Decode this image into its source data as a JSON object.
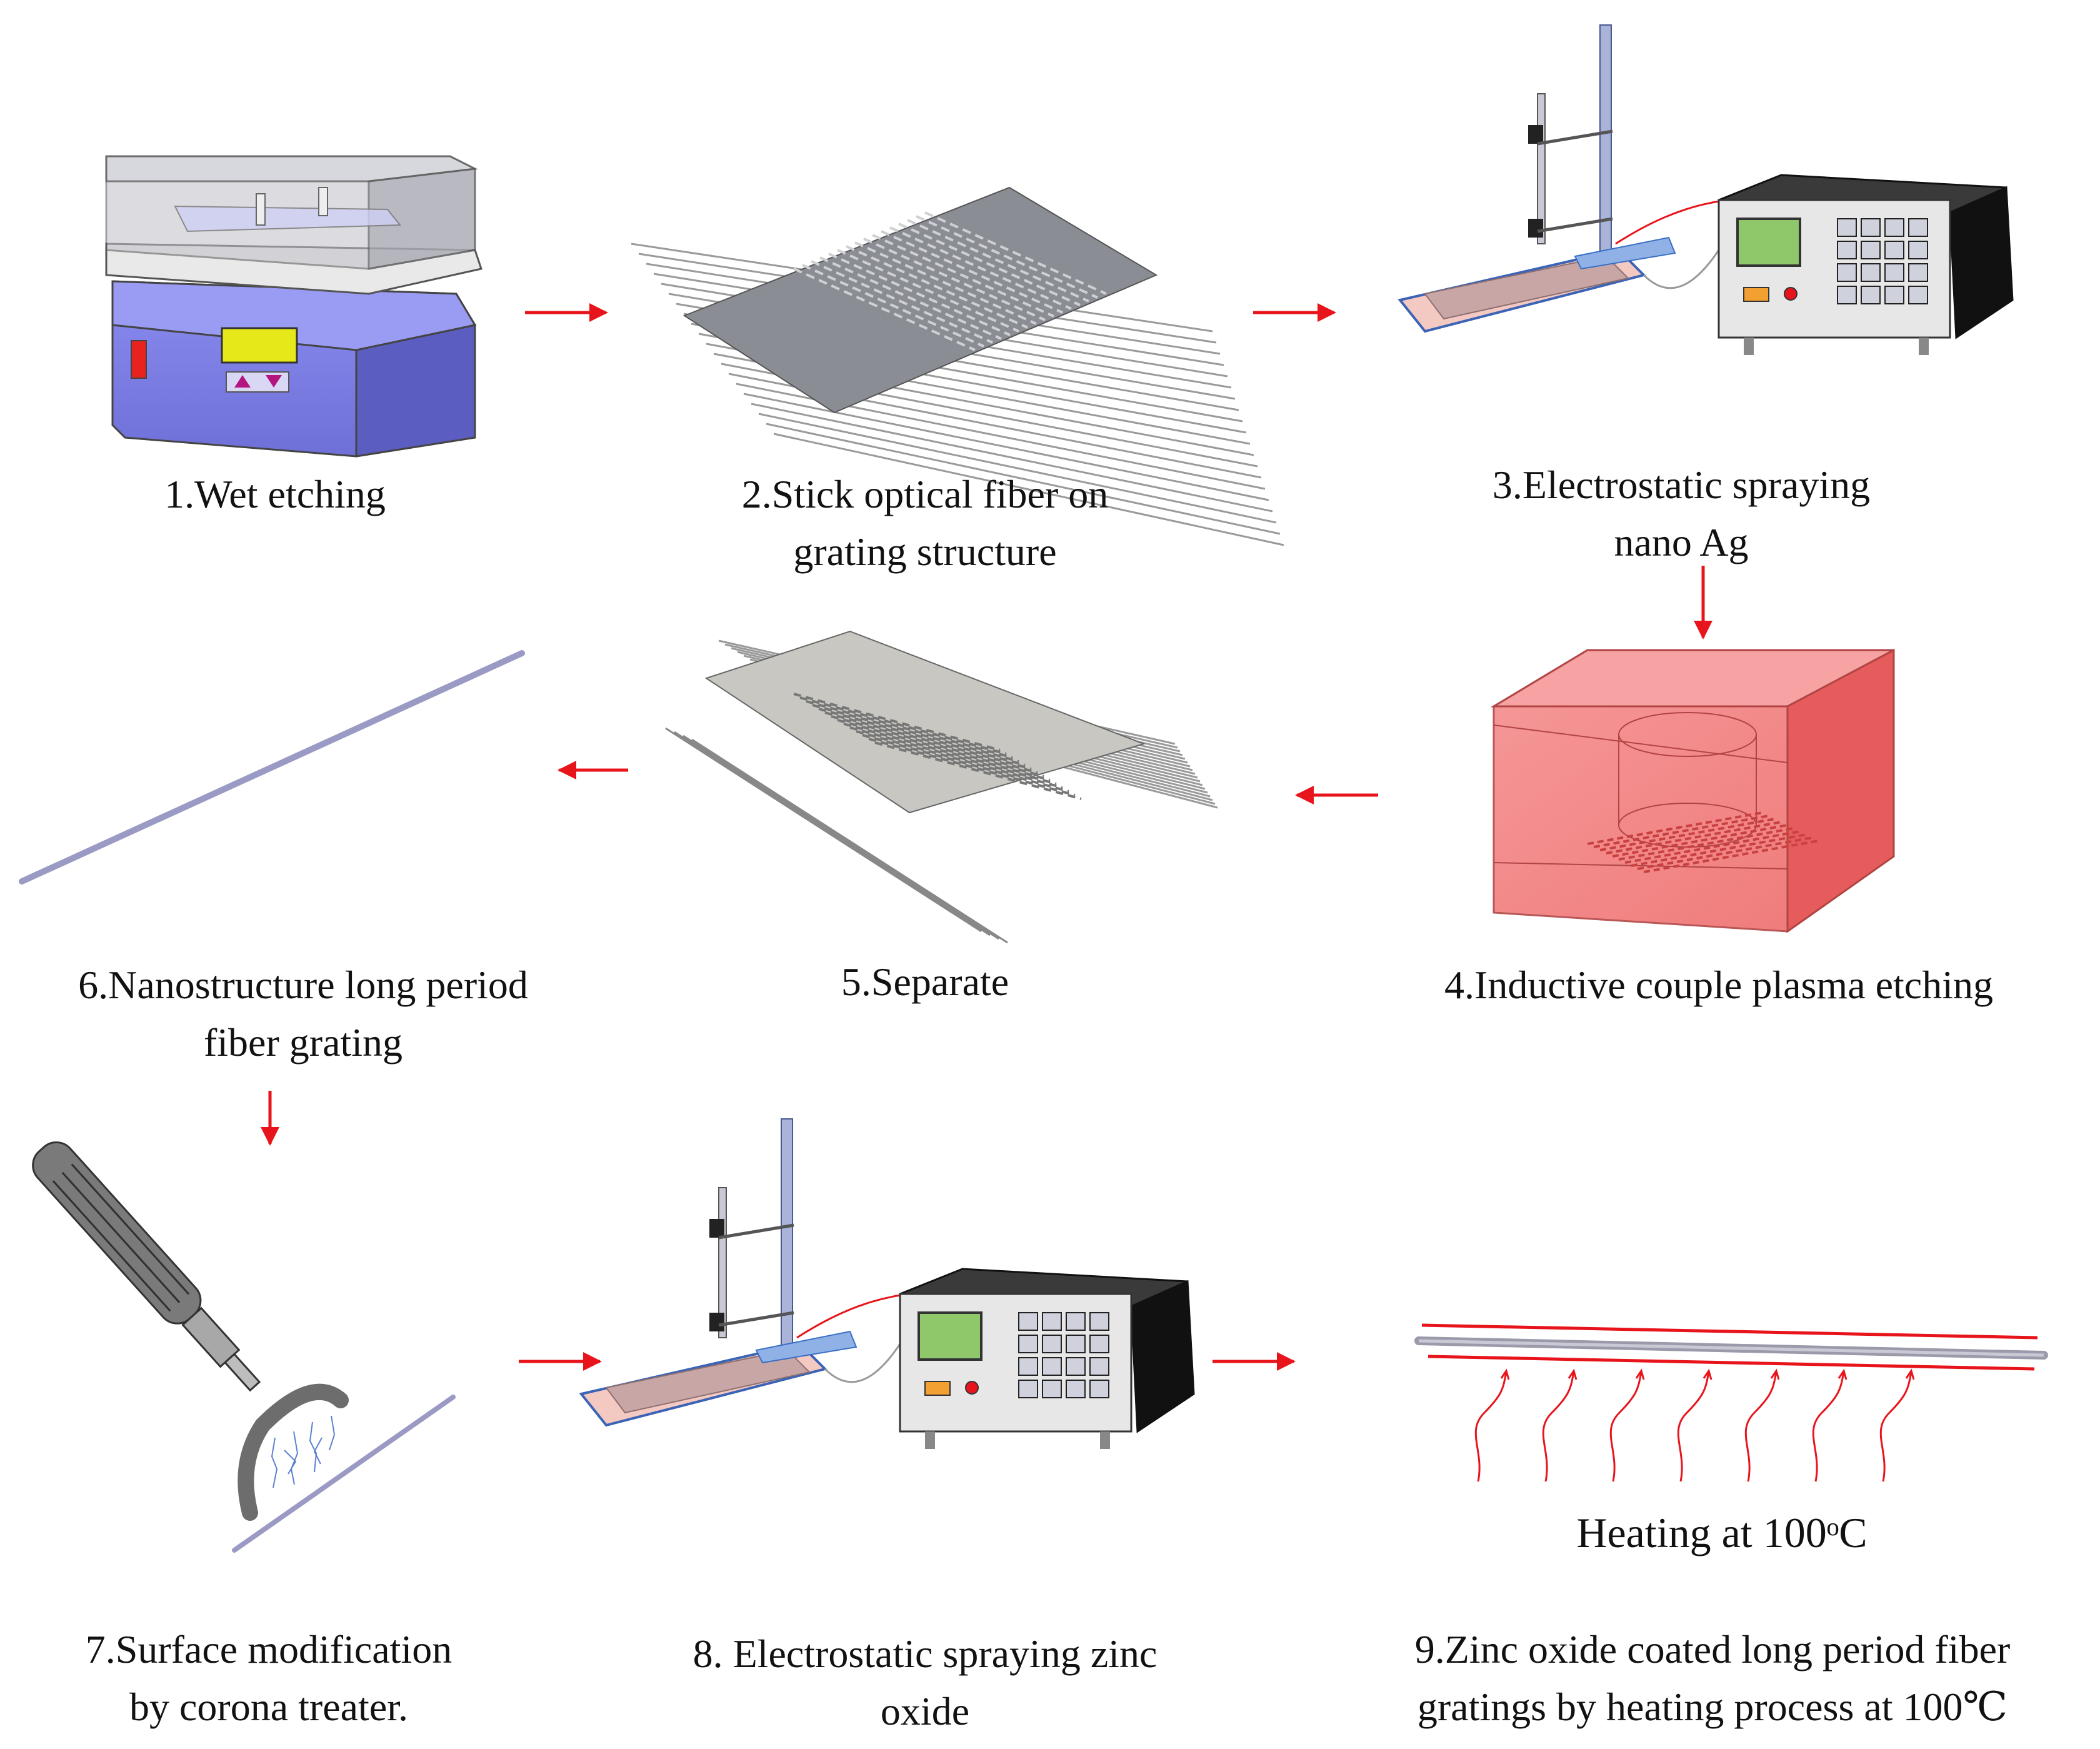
{
  "steps": [
    {
      "lines": [
        "1.Wet etching"
      ]
    },
    {
      "lines": [
        "2.Stick optical fiber on",
        "grating structure"
      ]
    },
    {
      "lines": [
        "3.Electrostatic spraying",
        "nano Ag"
      ]
    },
    {
      "lines": [
        "4.Inductive couple plasma etching"
      ]
    },
    {
      "lines": [
        "5.Separate"
      ]
    },
    {
      "lines": [
        "6.Nanostructure long period",
        "fiber grating"
      ]
    },
    {
      "lines": [
        "7.Surface modification",
        "by corona treater."
      ]
    },
    {
      "lines": [
        "8. Electrostatic spraying zinc",
        "oxide"
      ]
    },
    {
      "lines": [
        "9.Zinc oxide coated long period fiber",
        "gratings by heating process at 100℃"
      ]
    }
  ],
  "heating_label": "Heating at 100ᵒC",
  "colors": {
    "arrow": "#e8141b",
    "etch_box": "#f26b6b",
    "stand": "#3a6fc4",
    "device_body": "#1a1a1a"
  }
}
